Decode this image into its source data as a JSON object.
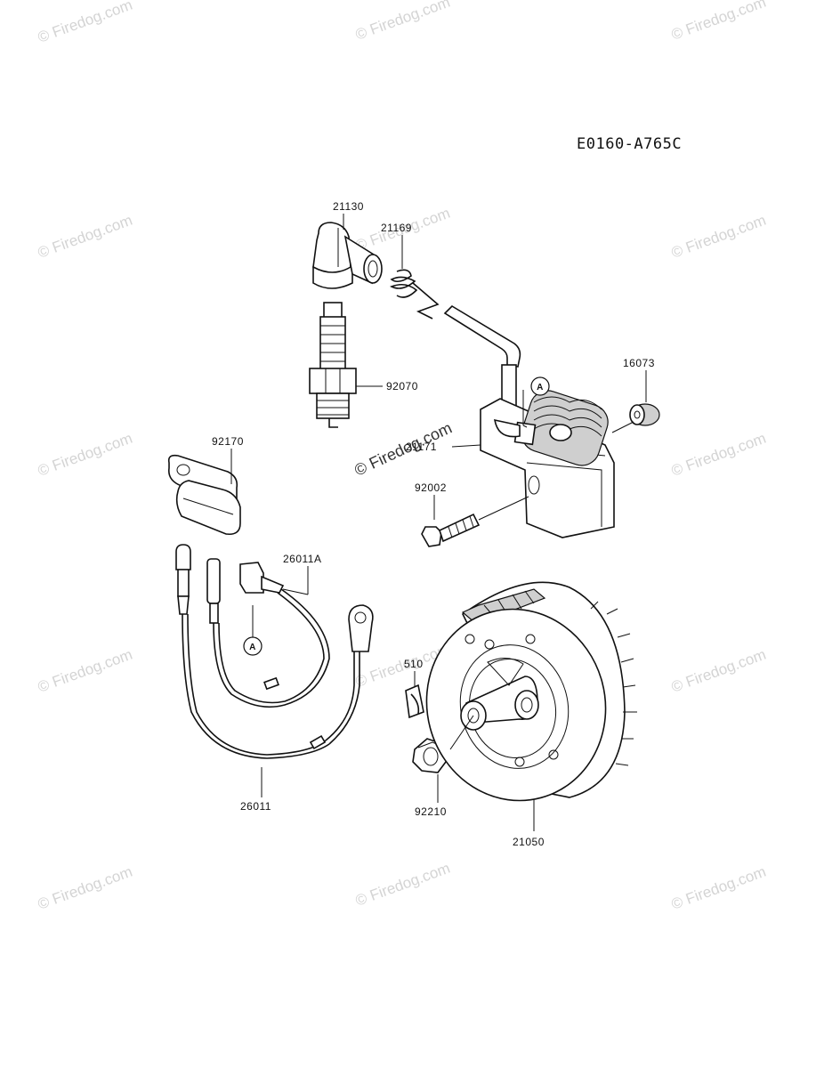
{
  "diagram": {
    "code": "E0160-A765C",
    "callout_letter": "A",
    "watermark": "© Firedog.com",
    "parts": [
      {
        "id": "plug_cap",
        "number": "21130"
      },
      {
        "id": "spring",
        "number": "21169"
      },
      {
        "id": "spark_plug",
        "number": "92070"
      },
      {
        "id": "grommet",
        "number": "16073"
      },
      {
        "id": "ignition_coil",
        "number": "21171"
      },
      {
        "id": "bolt",
        "number": "92002"
      },
      {
        "id": "clamp",
        "number": "92170"
      },
      {
        "id": "lead_wire_a",
        "number": "26011A"
      },
      {
        "id": "lead_wire",
        "number": "26011"
      },
      {
        "id": "key",
        "number": "510"
      },
      {
        "id": "nut",
        "number": "92210"
      },
      {
        "id": "flywheel",
        "number": "21050"
      }
    ]
  }
}
